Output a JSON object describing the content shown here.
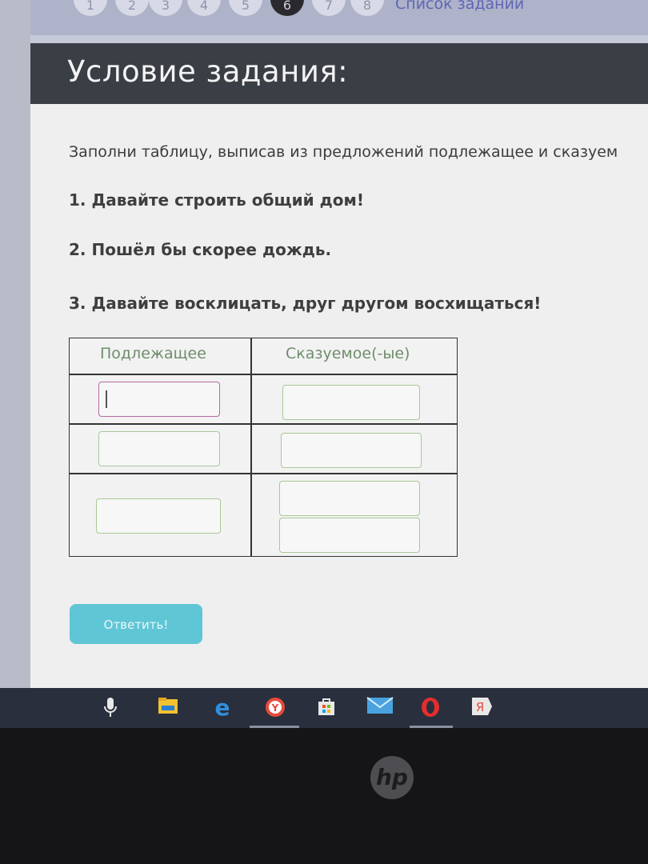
{
  "pager": {
    "pages": [
      "1",
      "2",
      "3",
      "4",
      "5",
      "6",
      "7",
      "8"
    ],
    "active_page": "6",
    "task_list_link": "Список заданий"
  },
  "header": {
    "title": "Условие задания:"
  },
  "task": {
    "instruction": "Заполни таблицу, выписав из предложений подлежащее и сказуем",
    "sentences": [
      "1. Давайте строить общий дом!",
      "2. Пошёл бы скорее дождь.",
      "3. Давайте восклицать, друг другом восхищаться!"
    ]
  },
  "table": {
    "col_subject": "Подлежащее",
    "col_predicate": "Сказуемое(-ые)"
  },
  "answer_button": "Ответить!",
  "taskbar": {
    "icons": [
      "microphone-icon",
      "file-explorer-icon",
      "edge-icon",
      "yandex-browser-icon",
      "store-icon",
      "mail-icon",
      "opera-icon",
      "yandex-icon"
    ]
  },
  "laptop": {
    "logo": "hp"
  },
  "colors": {
    "header_bg": "#3a3f45",
    "input_border": "#a7c998",
    "input_focus_border": "#b468a6",
    "answer_button": "#5fc6d6",
    "table_header_text": "#6f8d6c"
  }
}
